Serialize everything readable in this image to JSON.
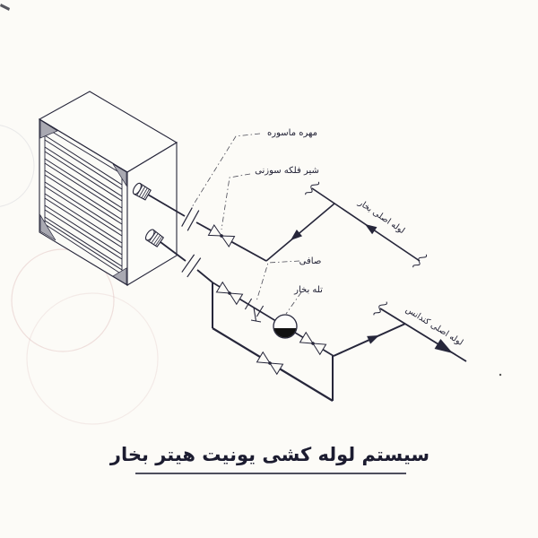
{
  "title": {
    "text": "سیستم لوله کشی یونیت هیتر بخار"
  },
  "labels": {
    "union_nut": "مهره ماسوره",
    "needle_valve": "شیر فلکه سوزنی",
    "steam_main_pipe": "لوله اصلی بخار",
    "strainer": "صافی",
    "steam_trap": "تله بخار",
    "condensate_main_pipe": "لوله اصلی کندانس"
  },
  "legend": {
    "drawing_type": "steam unit heater piping schematic",
    "flow_arrows": [
      "steam-in-from-main",
      "steam-main-toward-branch",
      "condensate-toward-main",
      "condensate-main-out"
    ]
  },
  "colors": {
    "ink": "#26263a",
    "paper": "#fcfbf7",
    "trap_fill": "#111111",
    "gusset_gray": "#a9a9b2"
  }
}
